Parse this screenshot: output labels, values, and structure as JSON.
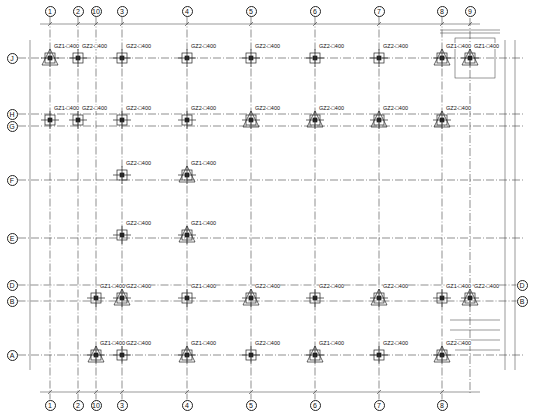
{
  "diagram": {
    "nodes": [
      {
        "text": [
          "1"
        ]
      },
      {
        "text": [
          "2"
        ]
      },
      {
        "text": [
          "10"
        ]
      },
      {
        "text": [
          "3"
        ]
      },
      {
        "text": [
          "4"
        ]
      },
      {
        "text": [
          "5"
        ]
      },
      {
        "text": [
          "6"
        ]
      },
      {
        "text": [
          "7"
        ]
      },
      {
        "text": [
          "8"
        ]
      },
      {
        "text": [
          "9"
        ]
      },
      {
        "text": [
          "1"
        ]
      },
      {
        "text": [
          "2"
        ]
      },
      {
        "text": [
          "10"
        ]
      },
      {
        "text": [
          "3"
        ]
      },
      {
        "text": [
          "4"
        ]
      },
      {
        "text": [
          "5"
        ]
      },
      {
        "text": [
          "6"
        ]
      },
      {
        "text": [
          "7"
        ]
      },
      {
        "text": [
          "8"
        ]
      },
      {
        "text": [
          "J"
        ]
      },
      {
        "text": [
          "H"
        ]
      },
      {
        "text": [
          "G"
        ]
      },
      {
        "text": [
          "F"
        ]
      },
      {
        "text": [
          "E"
        ]
      },
      {
        "text": [
          "D"
        ]
      },
      {
        "text": [
          "B"
        ]
      },
      {
        "text": [
          "A"
        ]
      },
      {
        "text": [
          "D"
        ]
      },
      {
        "text": [
          "B"
        ]
      }
    ],
    "edges": [
      {
        "from": 0,
        "to": 10,
        "arrow": "none"
      },
      {
        "from": 1,
        "to": 11,
        "arrow": "none"
      },
      {
        "from": 2,
        "to": 12,
        "arrow": "none"
      },
      {
        "from": 3,
        "to": 13,
        "arrow": "none"
      },
      {
        "from": 4,
        "to": 14,
        "arrow": "none"
      },
      {
        "from": 5,
        "to": 15,
        "arrow": "none"
      },
      {
        "from": 6,
        "to": 16,
        "arrow": "none"
      },
      {
        "from": 7,
        "to": 17,
        "arrow": "none"
      },
      {
        "from": 8,
        "to": 18,
        "arrow": "none"
      },
      {
        "from": 24,
        "to": 27,
        "arrow": "none"
      },
      {
        "from": 25,
        "to": 28,
        "arrow": "none"
      }
    ],
    "labels": [
      "GZ1-□400",
      "GZ2-□400",
      "GZ2-□400",
      "GZ2-□400",
      "GZ2-□400",
      "GZ2-□400",
      "GZ2-□400",
      "GZ1-□400",
      "GZ1-□400",
      "GZ1-□400",
      "GZ2-□400",
      "GZ2-□400",
      "GZ2-□400",
      "GZ2-□400",
      "GZ2-□400",
      "GZ2-□400",
      "GZ2-□400",
      "GZ2-□400",
      "GZ1-□400",
      "GZ2-□400",
      "GZ1-□400",
      "GZ1-□400",
      "GZ2-□400",
      "GZ1-□400",
      "GZ2-□400",
      "GZ2-□400",
      "GZ2-□400",
      "GZ1-□400",
      "GZ2-□400",
      "GZ1-□400",
      "GZ2-□400",
      "GZ1-□400",
      "GZ2-□400",
      "GZ1-□400",
      "GZ2-□400",
      "GZ2-□400"
    ]
  }
}
